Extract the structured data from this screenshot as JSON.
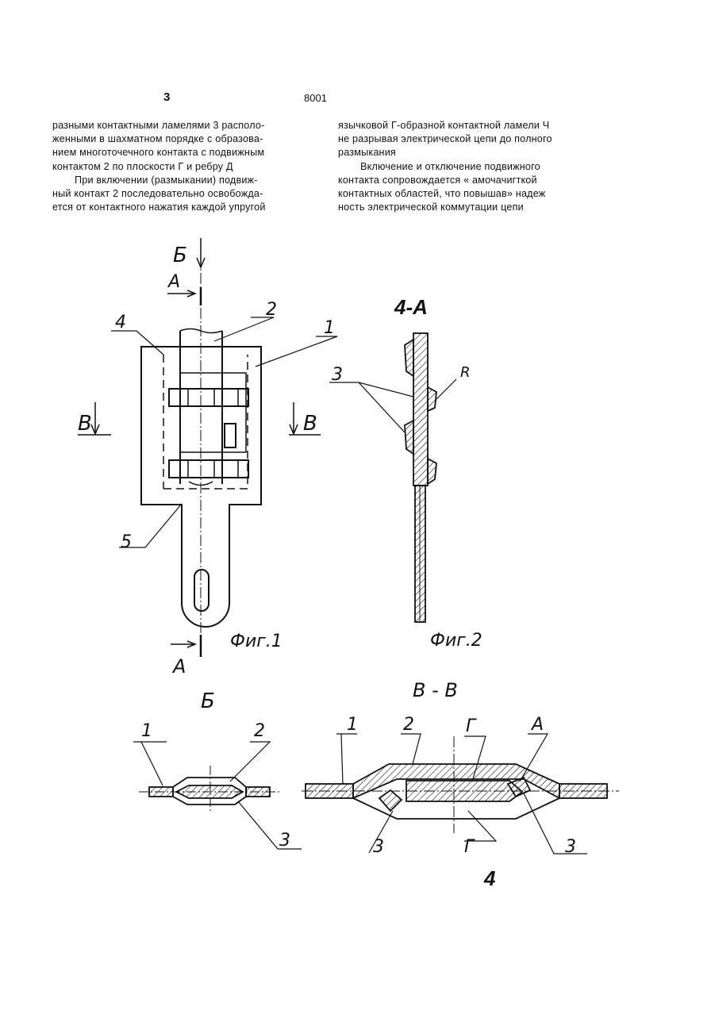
{
  "header": {
    "page_number": "3",
    "patent_number": "8001"
  },
  "text": {
    "left_column": [
      "разными контактными ламелями 3 располо-",
      "женными в шахматном порядке с образова-",
      "нием многоточечного контакта с подвижным",
      "контактом 2 по плоскости Г и ребру Д",
      "При включении (размыкании) подвиж-",
      "ный контакт 2 последовательно освобожда-",
      "ется от контактного нажатия каждой упругой"
    ],
    "right_column": [
      "язычковой Г-образной контактной ламели Ч",
      "не разрывая электрической цепи до полного",
      "размыкания",
      "Включение и отключение подвижного",
      "контакта сопровождается « амочачигткой",
      "контактных областей, что повышав» надеж",
      "ность электрической коммутации цепи"
    ]
  },
  "figures": {
    "fig1": {
      "caption": "Фиг.1",
      "labels": {
        "b_top": "Б",
        "a_top": "А",
        "a_bottom": "А",
        "v_left": "В",
        "v_right": "В",
        "n1": "1",
        "n2": "2",
        "n4": "4",
        "n5": "5"
      }
    },
    "fig2": {
      "caption": "Фиг.2",
      "section_title": "4-А",
      "labels": {
        "n3": "3",
        "r": "R"
      }
    },
    "section_b": {
      "title": "Б",
      "labels": {
        "n1": "1",
        "n2": "2",
        "n3": "3"
      }
    },
    "section_vv": {
      "title": "В - В",
      "labels": {
        "n1": "1",
        "n2": "2",
        "g_top": "Г",
        "a": "А",
        "n3_left": "3",
        "g_bottom": "Г",
        "n3_right": "3"
      }
    },
    "bottom_mark": "4"
  }
}
